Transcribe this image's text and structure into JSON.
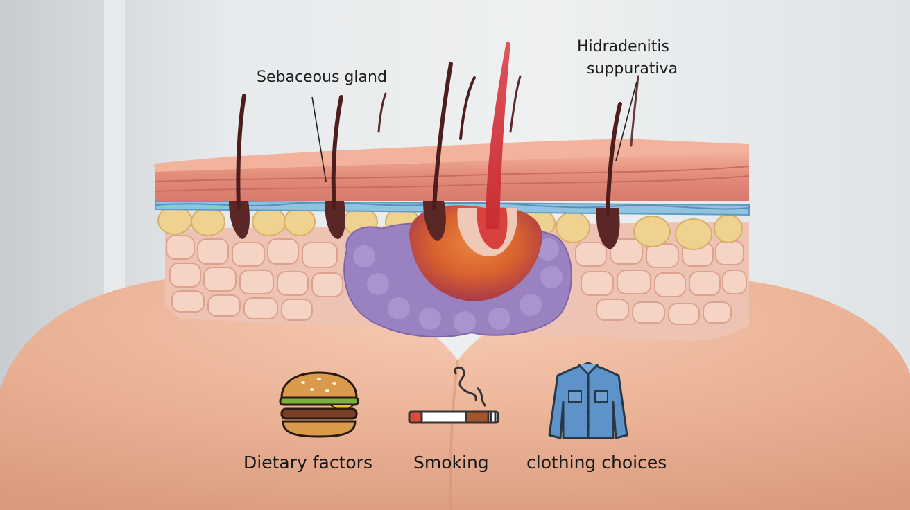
{
  "annotations": {
    "sebaceous_gland": "Sebaceous gland",
    "hidradenitis_line1": "Hidradenitis",
    "hidradenitis_line2": "suppurativa"
  },
  "factors": [
    {
      "icon": "burger-icon",
      "label": "Dietary factors"
    },
    {
      "icon": "cigarette-icon",
      "label": "Smoking"
    },
    {
      "icon": "shirt-icon",
      "label": "clothing choices"
    }
  ],
  "colors": {
    "background": "#e9ecee",
    "skin": "#eab295",
    "epidermis": "#e99a86",
    "dermis_blue": "#8fc3e0",
    "fat": "#efd28f",
    "hypodermis": "#efc3b3",
    "abscess": "#9a82c0",
    "inflamed_follicle": "#d9413e"
  }
}
